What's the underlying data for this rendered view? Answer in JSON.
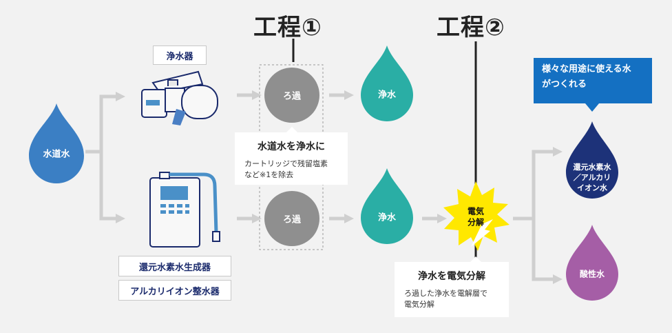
{
  "steps": {
    "step1": "工程①",
    "step2": "工程②"
  },
  "devices": {
    "purifier": "浄水器",
    "generator": "還元水素水生成器",
    "alkaline": "アルカリイオン整水器"
  },
  "nodes": {
    "tap_water": "水道水",
    "filtration_top": "ろ過",
    "filtration_bottom": "ろ過",
    "purified_top": "浄水",
    "purified_bottom": "浄水",
    "electrolysis_line1": "電気",
    "electrolysis_line2": "分解",
    "hydrogen_line1": "還元水素水",
    "hydrogen_line2": "／アルカリ",
    "hydrogen_line3": "イオン水",
    "acidic": "酸性水"
  },
  "notes": {
    "step1_heading": "水道水を浄水に",
    "step1_body_line1": "カートリッジで残留塩素",
    "step1_body_line2": "など※1を除去",
    "step2_heading": "浄水を電気分解",
    "step2_body_line1": "ろ過した浄水を電解層で",
    "step2_body_line2": "電気分解"
  },
  "callout": {
    "line1": "様々な用途に使える水",
    "line2": "がつくれる"
  },
  "colors": {
    "tap_water": "#3b7fc4",
    "purified": "#2aaea5",
    "filtration": "#8f8f8f",
    "hydrogen": "#1d3279",
    "acidic": "#a55ea6",
    "callout": "#1470c2",
    "burst": "#ffe800"
  }
}
